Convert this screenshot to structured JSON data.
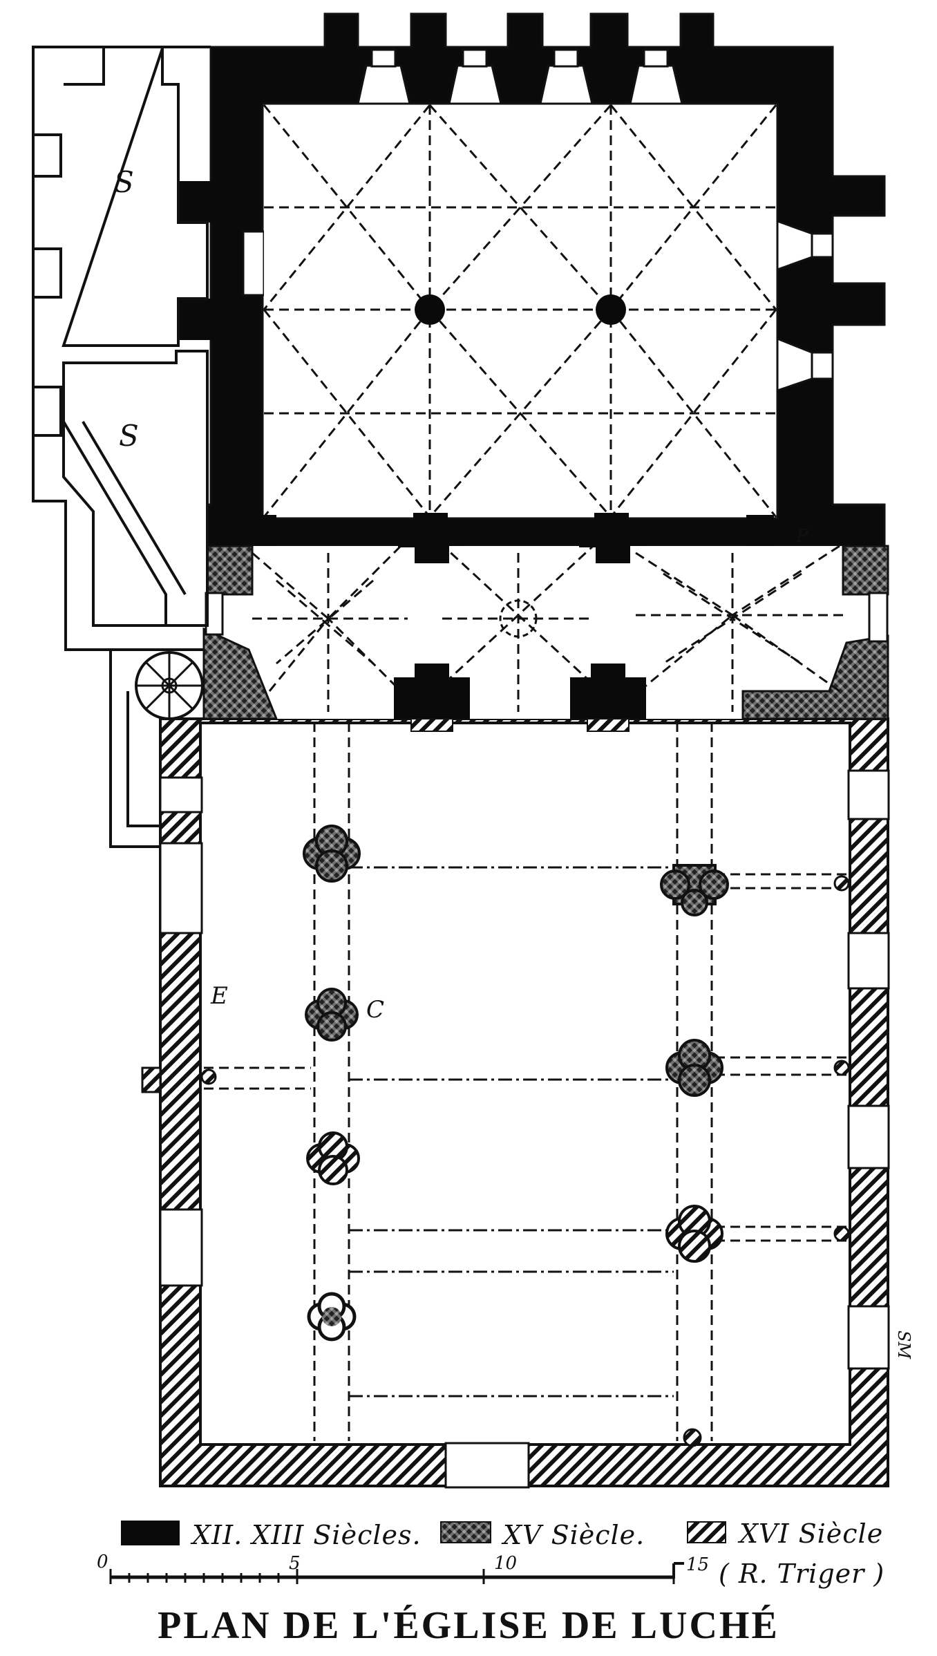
{
  "diagram": {
    "room_labels": {
      "sacristy_upper": "S",
      "sacristy_lower": "S",
      "pillar_p": "P",
      "letter_e": "E",
      "letter_c": "C",
      "signature": "SM"
    },
    "legend": {
      "period_1": "XII. XIII Siècles.",
      "period_2": "XV Siècle.",
      "period_3": "XVI Siècle",
      "credit": "( R. Triger )"
    },
    "scale": {
      "tick_0": "0",
      "tick_5": "5",
      "tick_10": "10",
      "tick_15": "15"
    },
    "title": "PLAN DE L'ÉGLISE DE LUCHÉ",
    "fills": {
      "black": "#0a0a0a",
      "hatch": "#111111",
      "paper": "#ffffff"
    }
  }
}
